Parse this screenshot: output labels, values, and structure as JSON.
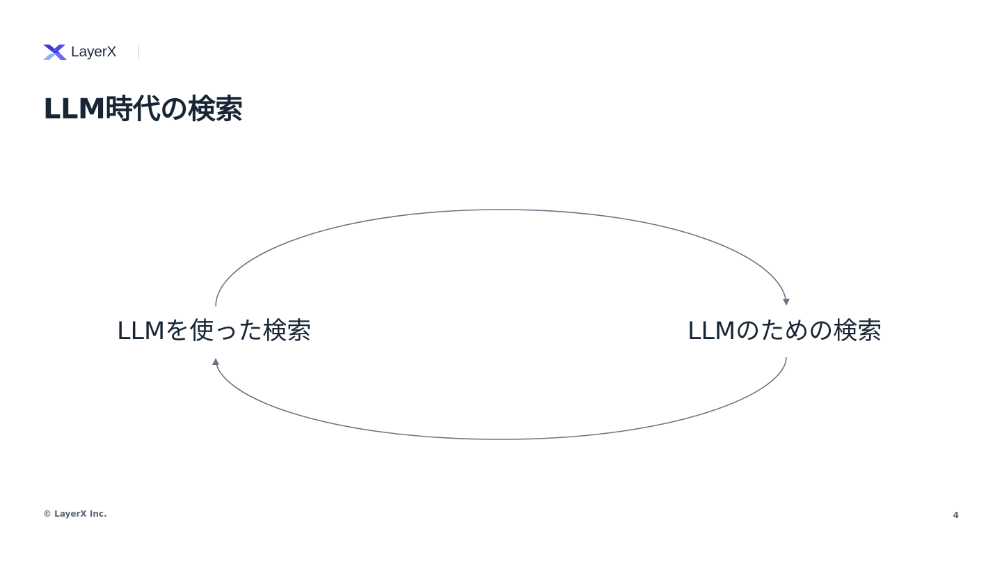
{
  "brand": {
    "name": "LayerX",
    "colors": {
      "mark_dark": "#3f34d9",
      "mark_mid": "#6f6cf2",
      "mark_light": "#8fb2ff",
      "text": "#1d2b3a"
    }
  },
  "slide": {
    "title": "LLM時代の検索",
    "copyright": "© LayerX Inc.",
    "page_number": "4"
  },
  "diagram": {
    "nodes": [
      {
        "id": "left",
        "label": "LLMを使った検索"
      },
      {
        "id": "right",
        "label": "LLMのための検索"
      }
    ],
    "edges": [
      {
        "from": "left",
        "to": "right",
        "route": "top-arc"
      },
      {
        "from": "right",
        "to": "left",
        "route": "bottom-arc"
      }
    ],
    "colors": {
      "edge": "#6c7384",
      "text": "#172535"
    }
  }
}
